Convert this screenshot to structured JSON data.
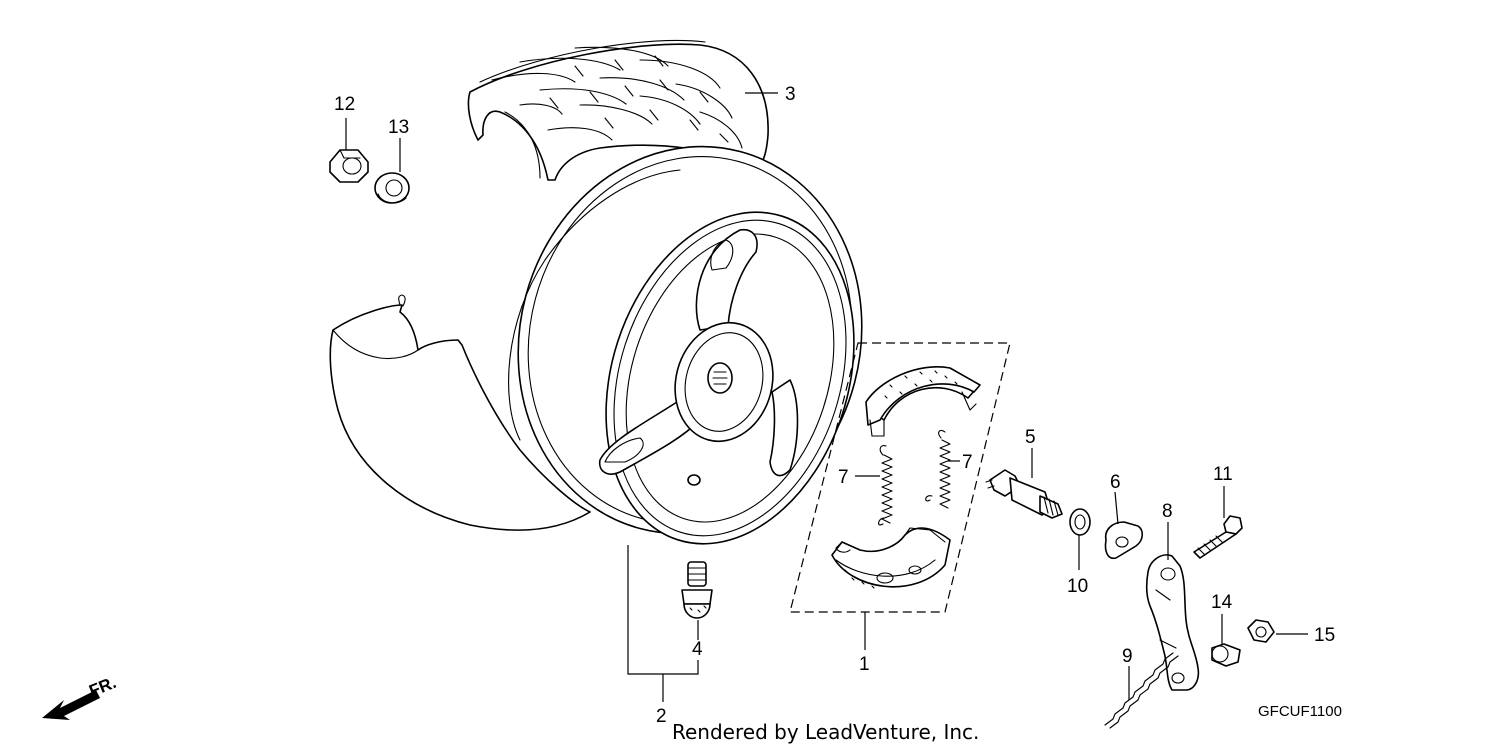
{
  "diagram": {
    "callouts": {
      "p1": "1",
      "p2": "2",
      "p3": "3",
      "p4": "4",
      "p5": "5",
      "p6": "6",
      "p7a": "7",
      "p7b": "7",
      "p8": "8",
      "p9": "9",
      "p10": "10",
      "p11": "11",
      "p12": "12",
      "p13": "13",
      "p14": "14",
      "p15": "15"
    },
    "direction_label": "FR.",
    "diagram_code": "GFCUF1100",
    "watermark": "Rendered by LeadVenture, Inc."
  }
}
